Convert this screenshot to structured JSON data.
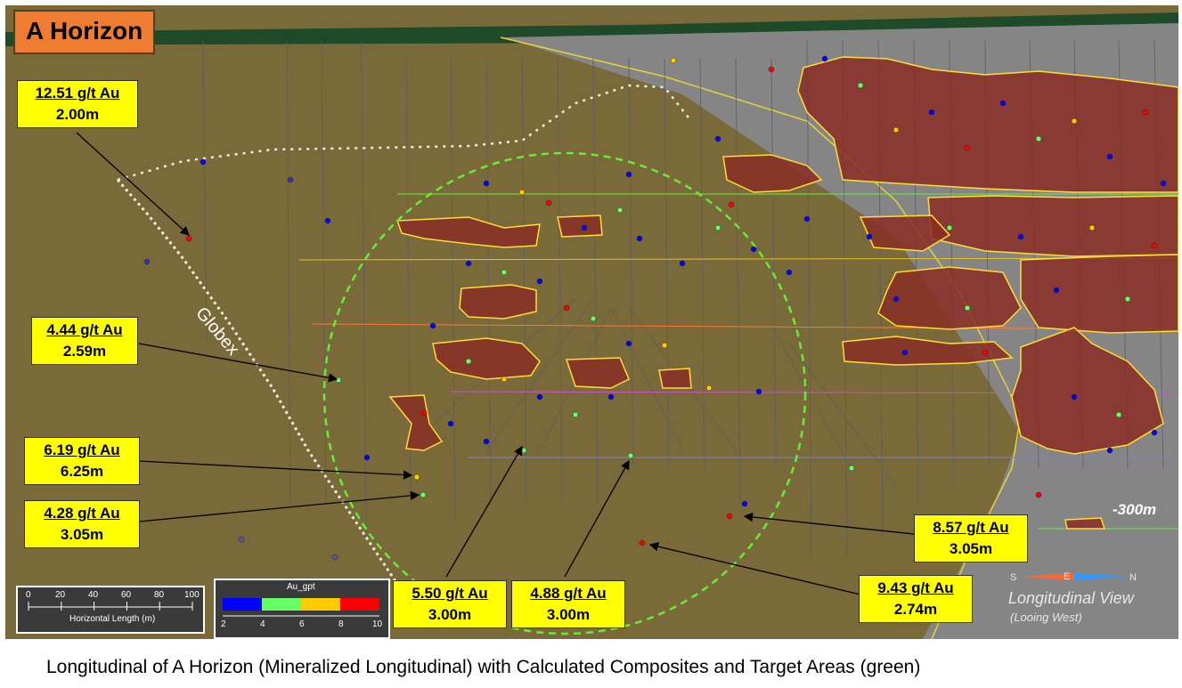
{
  "title": "A Horizon",
  "label_globex": "Globex",
  "depth_label": "-300m",
  "view": {
    "title": "Longitudinal View",
    "subtitle": "(Looing West)",
    "compass": {
      "s": "S",
      "e": "E",
      "n": "N"
    }
  },
  "scale": {
    "ticks": [
      "0",
      "20",
      "40",
      "60",
      "80",
      "100"
    ],
    "label": "Horizontal Length (m)"
  },
  "color_scale": {
    "title": "Au_gpt",
    "ticks": [
      "2",
      "4",
      "6",
      "8",
      "10"
    ],
    "colors": [
      "#0000ff",
      "#66ff66",
      "#ffcc00",
      "#ff0000"
    ]
  },
  "callouts": [
    {
      "grade": "12.51 g/t Au",
      "length": "2.00m"
    },
    {
      "grade": "4.44 g/t Au",
      "length": "2.59m"
    },
    {
      "grade": "6.19 g/t Au",
      "length": "6.25m"
    },
    {
      "grade": "4.28 g/t Au",
      "length": "3.05m"
    },
    {
      "grade": "5.50 g/t Au",
      "length": "3.00m"
    },
    {
      "grade": "4.88 g/t Au",
      "length": "3.00m"
    },
    {
      "grade": "8.57 g/t Au",
      "length": "3.05m"
    },
    {
      "grade": "9.43 g/t Au",
      "length": "2.74m"
    }
  ],
  "caption": "Longitudinal of A Horizon (Mineralized Longitudinal) with Calculated Composites and Target Areas (green)",
  "colors": {
    "background": "#7a6a3a",
    "gray_zone": "#808080",
    "mineralized_body": "#8a2e24",
    "outline": "#ffdd33",
    "target_circle": "#66ee33",
    "callout": "#ffff00",
    "title_badge": "#ee7d31"
  }
}
